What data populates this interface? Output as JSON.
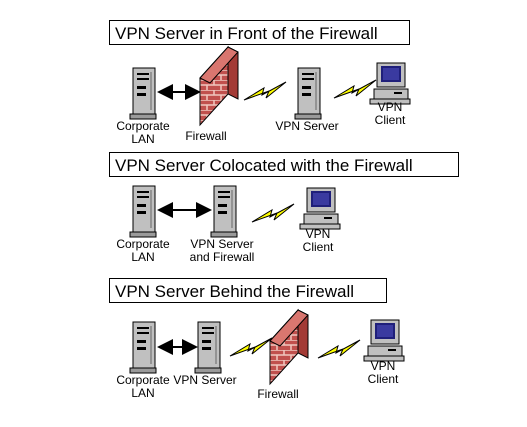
{
  "sections": [
    {
      "title": "VPN Server in Front of the Firewall",
      "labels": {
        "corporate_lan": "Corporate\nLAN",
        "firewall": "Firewall",
        "vpn_server": "VPN Server",
        "vpn_client": "VPN\nClient"
      }
    },
    {
      "title": "VPN Server Colocated with the Firewall",
      "labels": {
        "corporate_lan": "Corporate\nLAN",
        "vpn_server_firewall": "VPN Server\nand Firewall",
        "vpn_client": "VPN\nClient"
      }
    },
    {
      "title": "VPN Server Behind the Firewall",
      "labels": {
        "corporate_lan": "Corporate\nLAN",
        "vpn_server": "VPN Server",
        "firewall": "Firewall",
        "vpn_client": "VPN\nClient"
      }
    }
  ]
}
